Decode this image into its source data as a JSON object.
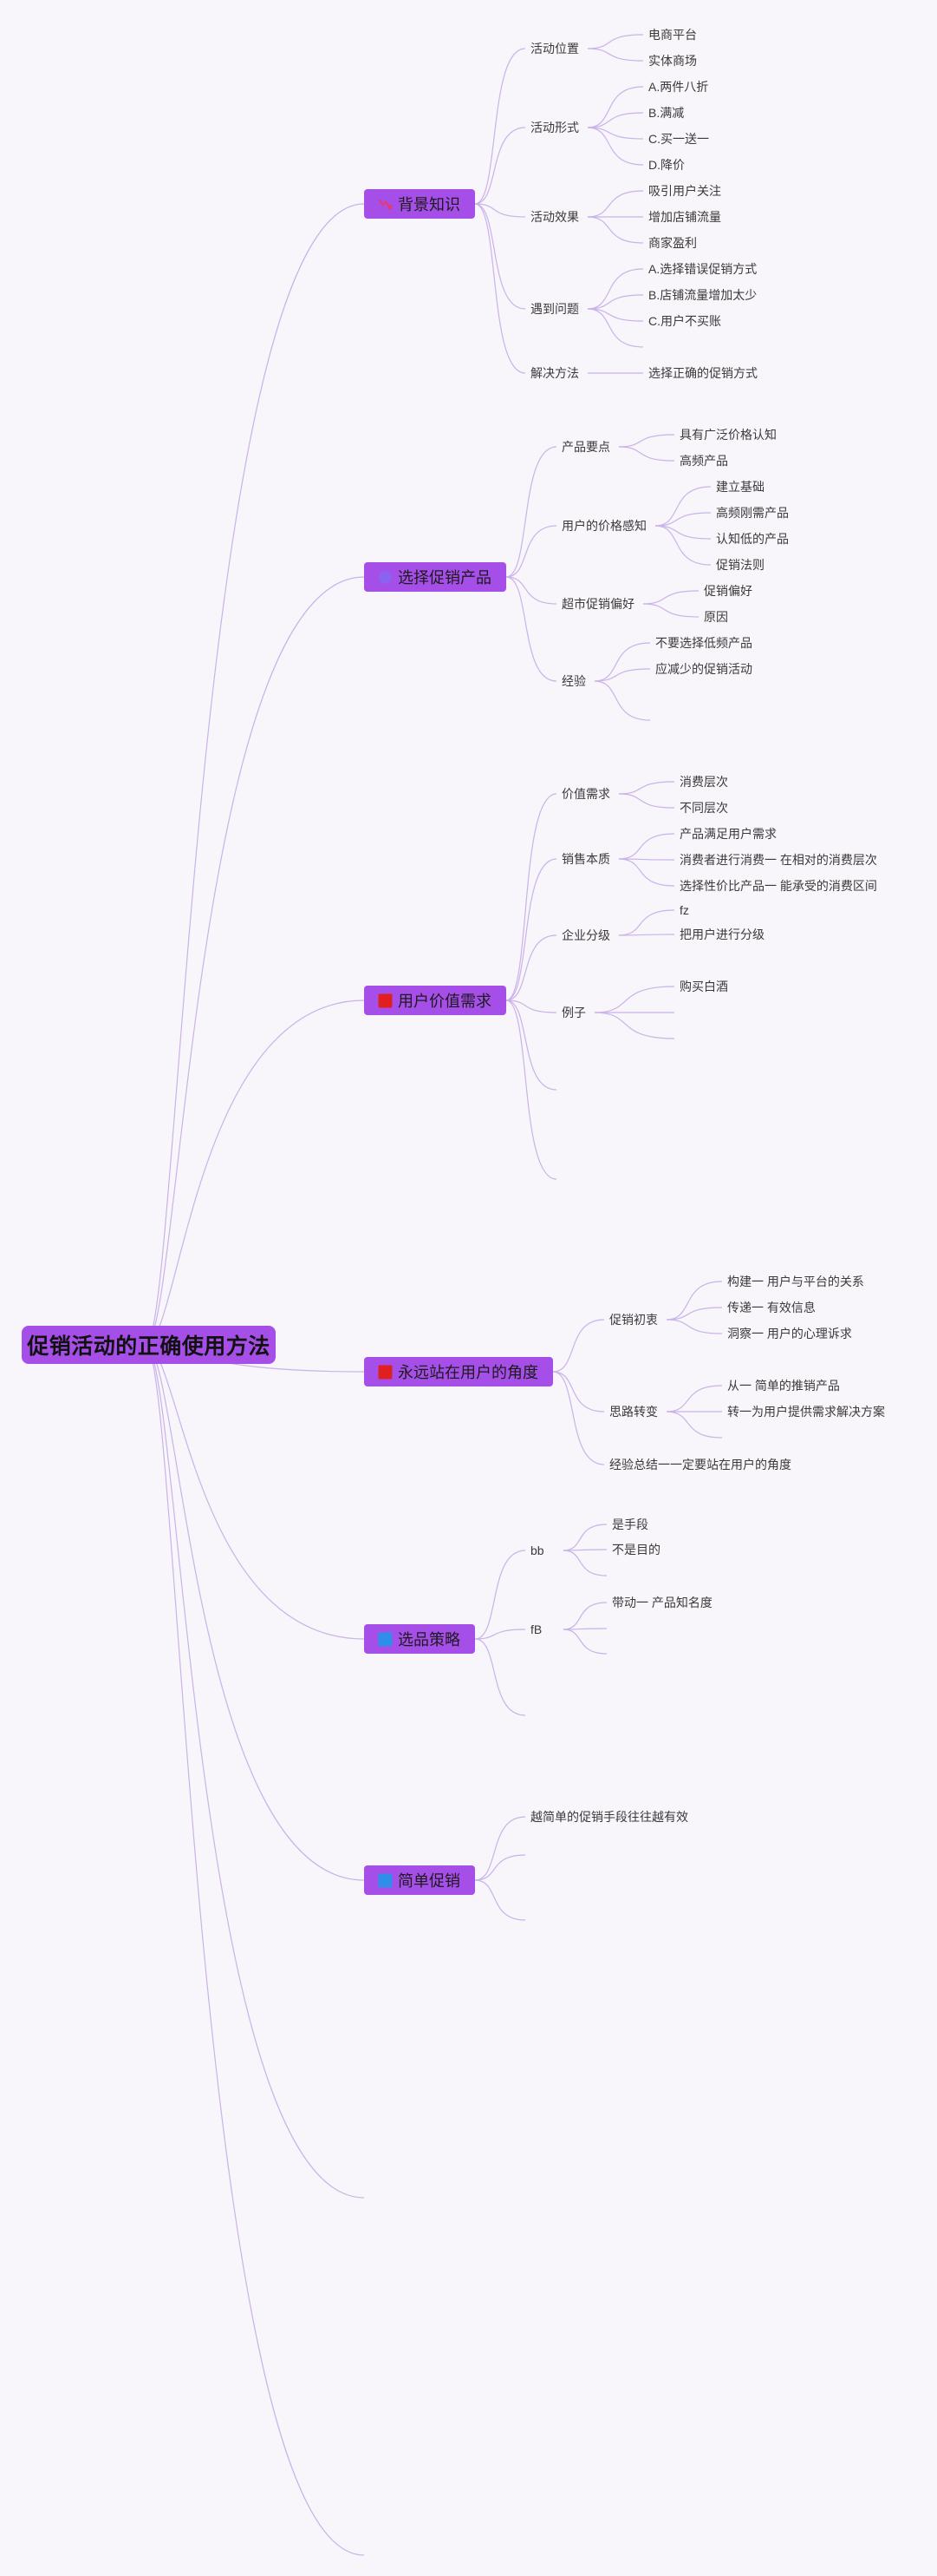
{
  "root": "促销活动的正确使用方法",
  "colors": {
    "branch_fill": "#a64ee8",
    "line": "#c9b3e8",
    "background": "#f8f5fb"
  },
  "branches": [
    {
      "label": "背景知识",
      "icon": "chart-down-icon",
      "icon_color": "#e8396b",
      "children": [
        {
          "label": "活动位置",
          "children": [
            {
              "label": "电商平台"
            },
            {
              "label": "实体商场"
            }
          ]
        },
        {
          "label": "活动形式",
          "children": [
            {
              "label": "A.两件八折"
            },
            {
              "label": "B.满减"
            },
            {
              "label": "C.买一送一"
            },
            {
              "label": "D.降价"
            }
          ]
        },
        {
          "label": "活动效果",
          "children": [
            {
              "label": "吸引用户关注"
            },
            {
              "label": "增加店铺流量"
            },
            {
              "label": "商家盈利"
            }
          ]
        },
        {
          "label": "遇到问题",
          "children": [
            {
              "label": "A.选择错误促销方式"
            },
            {
              "label": "B.店铺流量增加太少"
            },
            {
              "label": "C.用户不买账"
            },
            {
              "label": ""
            }
          ]
        },
        {
          "label": "解决方法",
          "children": [
            {
              "label": "选择正确的促销方式"
            }
          ]
        }
      ]
    },
    {
      "label": "选择促销产品",
      "icon": "circle-icon",
      "icon_color": "#8a63f0",
      "children": [
        {
          "label": "产品要点",
          "children": [
            {
              "label": "具有广泛价格认知"
            },
            {
              "label": "高频产品"
            }
          ]
        },
        {
          "label": "用户的价格感知",
          "children": [
            {
              "label": "建立基础"
            },
            {
              "label": "高频刚需产品"
            },
            {
              "label": "认知低的产品"
            },
            {
              "label": "促销法则"
            }
          ]
        },
        {
          "label": "超市促销偏好",
          "children": [
            {
              "label": "促销偏好"
            },
            {
              "label": "原因"
            }
          ]
        },
        {
          "label": "经验",
          "children": [
            {
              "label": "不要选择低频产品"
            },
            {
              "label": "应减少的促销活动"
            },
            {
              "label": ""
            }
          ]
        }
      ]
    },
    {
      "label": "用户价值需求",
      "icon": "red-square-icon",
      "icon_color": "#e02020",
      "children": [
        {
          "label": "价值需求",
          "children": [
            {
              "label": "消费层次"
            },
            {
              "label": "不同层次"
            }
          ]
        },
        {
          "label": "销售本质",
          "children": [
            {
              "label": "产品满足用户需求"
            },
            {
              "label": "消费者进行消费一 在相对的消费层次"
            },
            {
              "label": "选择性价比产品一 能承受的消费区间"
            }
          ]
        },
        {
          "label": "企业分级",
          "children": [
            {
              "label": "fz"
            },
            {
              "label": "把用户进行分级"
            }
          ]
        },
        {
          "label": "例子",
          "children": [
            {
              "label": "购买白酒"
            },
            {
              "label": ""
            },
            {
              "label": ""
            }
          ]
        },
        {
          "label": "",
          "children": []
        },
        {
          "label": "",
          "children": []
        }
      ]
    },
    {
      "label": "永远站在用户的角度",
      "icon": "red-square-icon",
      "icon_color": "#e02020",
      "children": [
        {
          "label": "促销初衷",
          "children": [
            {
              "label": "构建一 用户与平台的关系"
            },
            {
              "label": "传递一 有效信息"
            },
            {
              "label": "洞察一 用户的心理诉求"
            }
          ]
        },
        {
          "label": "思路转变",
          "children": [
            {
              "label": "从一 简单的推销产品"
            },
            {
              "label": "转一为用户提供需求解决方案"
            },
            {
              "label": ""
            }
          ]
        },
        {
          "label": "经验总结一一定要站在用户的角度",
          "children": []
        }
      ]
    },
    {
      "label": "选品策略",
      "icon": "blue-square-icon",
      "icon_color": "#2f8fe8",
      "children": [
        {
          "label": "bb",
          "children": [
            {
              "label": "是手段"
            },
            {
              "label": "不是目的"
            },
            {
              "label": ""
            }
          ]
        },
        {
          "label": "fB",
          "children": [
            {
              "label": "带动一 产品知名度"
            },
            {
              "label": ""
            },
            {
              "label": ""
            }
          ]
        },
        {
          "label": "",
          "children": []
        }
      ]
    },
    {
      "label": "简单促销",
      "icon": "blue-square-icon",
      "icon_color": "#2f8fe8",
      "children": [
        {
          "label": "越简单的促销手段往往越有效",
          "children": []
        },
        {
          "label": "",
          "children": []
        },
        {
          "label": "",
          "children": []
        }
      ]
    }
  ]
}
